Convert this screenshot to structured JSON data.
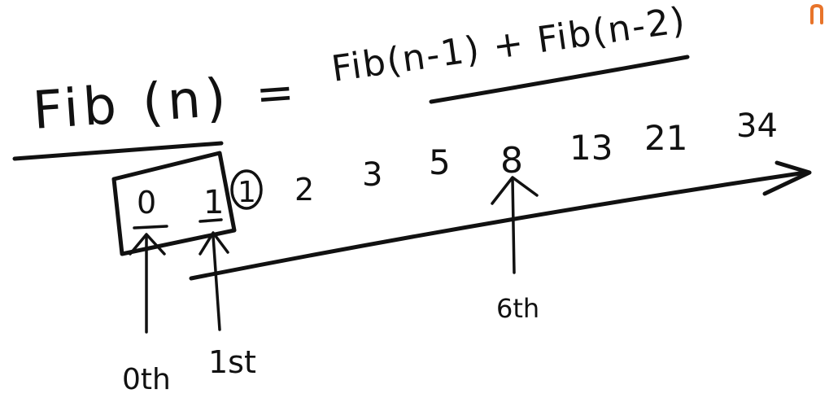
{
  "formula": {
    "lhs": "Fib (n)",
    "equals": "=",
    "rhs": "Fib(n-1) + Fib(n-2)"
  },
  "sequence": [
    "0",
    "1",
    "1",
    "2",
    "3",
    "5",
    "8",
    "13",
    "21",
    "34"
  ],
  "labels": {
    "zeroth": "0th",
    "first": "1st",
    "sixth": "6th"
  },
  "colors": {
    "ink": "#111111",
    "accent": "#e8742a",
    "background": "#ffffff"
  }
}
